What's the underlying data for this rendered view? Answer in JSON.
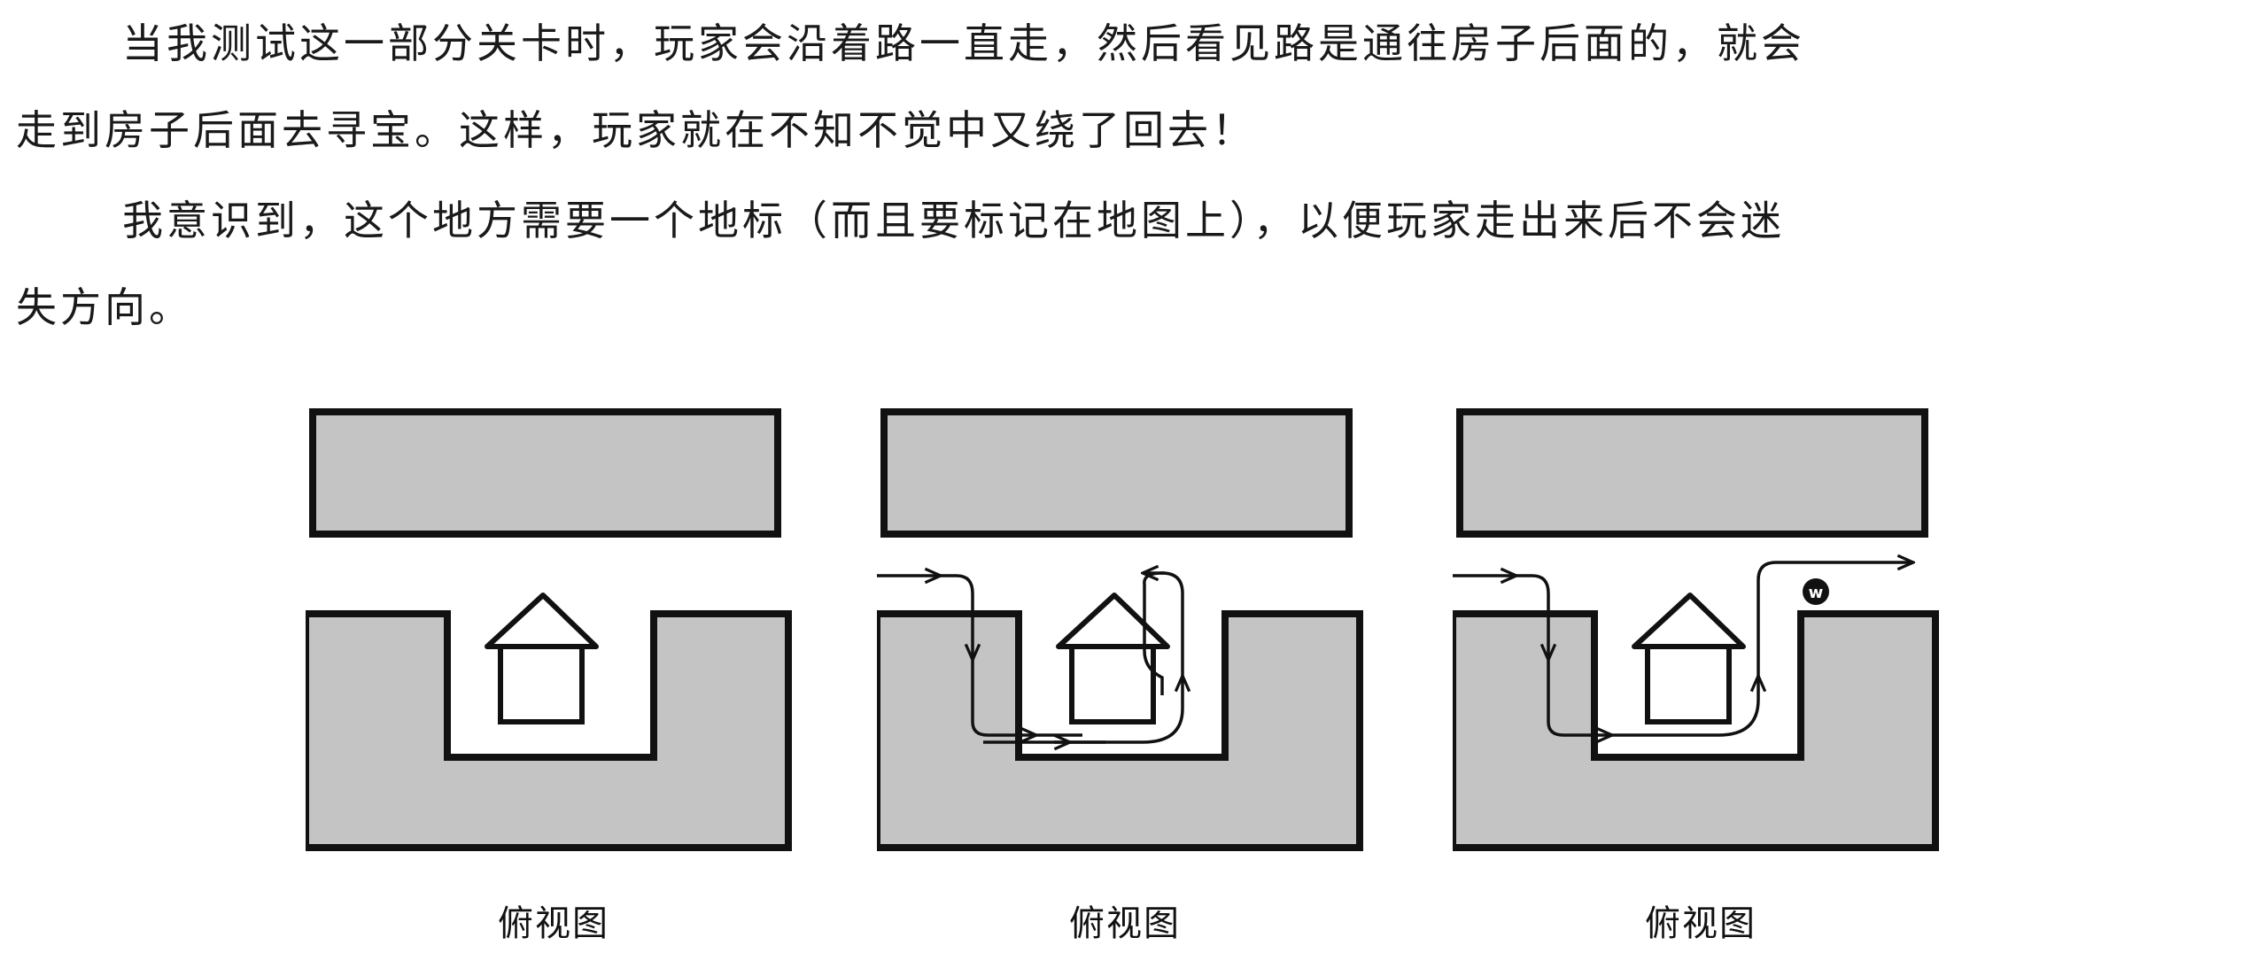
{
  "paragraphs": [
    {
      "lines": [
        "当我测试这一部分关卡时，玩家会沿着路一直走，然后看见路是通往房子后面的，就会",
        "走到房子后面去寻宝。这样，玩家就在不知不觉中又绕了回去！"
      ]
    },
    {
      "lines": [
        "我意识到，这个地方需要一个地标（而且要标记在地图上），以便玩家走出来后不会迷",
        "失方向。"
      ]
    }
  ],
  "figures": [
    {
      "caption": "俯视图"
    },
    {
      "caption": "俯视图"
    },
    {
      "caption": "俯视图",
      "landmark_label": "w"
    }
  ],
  "colors": {
    "block_fill": "#c4c4c4",
    "outline": "#111111"
  }
}
